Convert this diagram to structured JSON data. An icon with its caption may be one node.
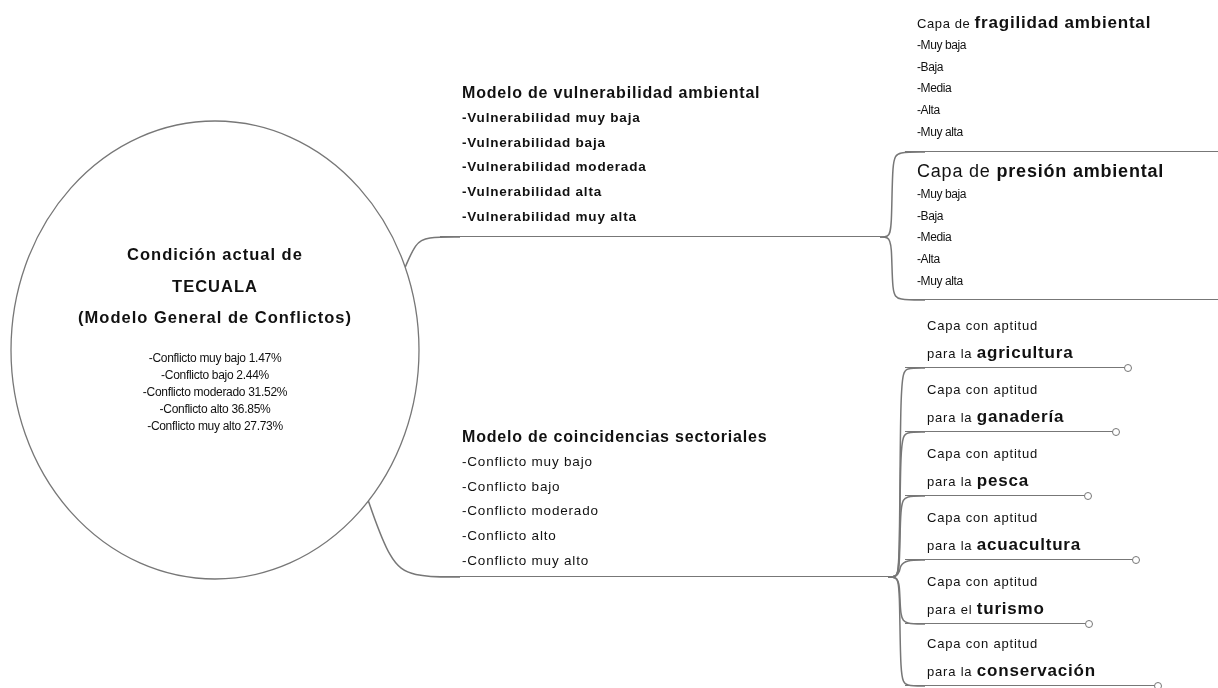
{
  "diagram": {
    "nodes": [
      {
        "text": [
          "Condición actual de TECUALA",
          "(Modelo General de Conflictos)",
          "-Conflicto muy bajo 1.47%",
          "-Conflicto bajo 2.44%",
          "-Conflicto moderado 31.52%",
          "-Conflicto alto 36.85%",
          "-Conflicto muy alto 27.73%"
        ]
      },
      {
        "text": [
          "Modelo de vulnerabilidad ambiental",
          "-Vulnerabilidad muy baja",
          "-Vulnerabilidad baja",
          "-Vulnerabilidad moderada",
          "-Vulnerabilidad alta",
          "-Vulnerabilidad muy alta"
        ]
      },
      {
        "text": [
          "Capa de **fragilidad ambiental**",
          "-Muy baja",
          "-Baja",
          "-Media",
          "-Alta",
          "-Muy alta"
        ]
      },
      {
        "text": [
          "Capa de **presión ambiental**",
          "-Muy baja",
          "-Baja",
          "-Media",
          "-Alta",
          "-Muy alta"
        ]
      },
      {
        "text": [
          "Modelo de coincidencias sectoriales",
          "-Conflicto muy bajo",
          "-Conflicto bajo",
          "-Conflicto moderado",
          "-Conflicto alto",
          "-Conflicto muy alto"
        ]
      },
      {
        "text": [
          "Capa con aptitud",
          "para la **agricultura**"
        ]
      },
      {
        "text": [
          "Capa con aptitud",
          "para la **ganadería**"
        ]
      },
      {
        "text": [
          "Capa con aptitud",
          "para la **pesca**"
        ]
      },
      {
        "text": [
          "Capa con aptitud",
          "para la **acuacultura**"
        ]
      },
      {
        "text": [
          "Capa con aptitud",
          "para el **turismo**"
        ]
      },
      {
        "text": [
          "Capa con aptitud",
          "para la **conservación**"
        ]
      }
    ],
    "edges": [
      {
        "from": 0,
        "to": 1,
        "arrow": "none"
      },
      {
        "from": 1,
        "to": 2,
        "arrow": "none"
      },
      {
        "from": 1,
        "to": 3,
        "arrow": "none"
      },
      {
        "from": 0,
        "to": 4,
        "arrow": "none"
      },
      {
        "from": 4,
        "to": 5,
        "arrow": "none"
      },
      {
        "from": 4,
        "to": 6,
        "arrow": "none"
      },
      {
        "from": 4,
        "to": 7,
        "arrow": "none"
      },
      {
        "from": 4,
        "to": 8,
        "arrow": "none"
      },
      {
        "from": 4,
        "to": 9,
        "arrow": "none"
      },
      {
        "from": 4,
        "to": 10,
        "arrow": "none"
      }
    ]
  }
}
